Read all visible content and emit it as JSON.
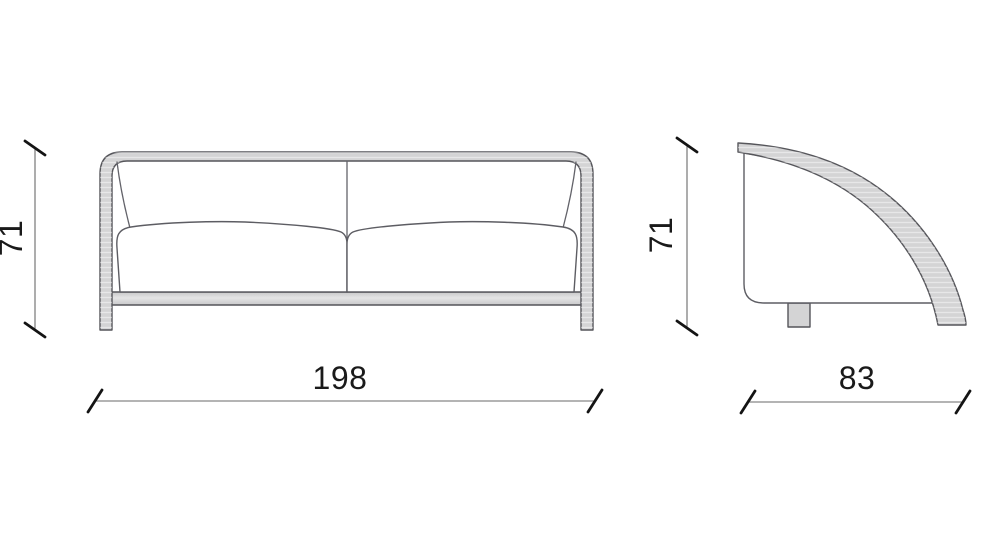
{
  "dimensions": {
    "front_height": "71",
    "front_width": "198",
    "side_height": "71",
    "side_depth": "83"
  },
  "views": {
    "front": "sofa-front-elevation",
    "side": "sofa-side-profile"
  },
  "colors": {
    "background": "#ffffff",
    "frame_fill": "#d4d4d5",
    "cushion_fill": "#ffffff",
    "body_fill": "#ffffff",
    "outline": "#55555a",
    "dimension_line": "#6a6a6a",
    "tick": "#141414",
    "text": "#1a1a1a"
  }
}
